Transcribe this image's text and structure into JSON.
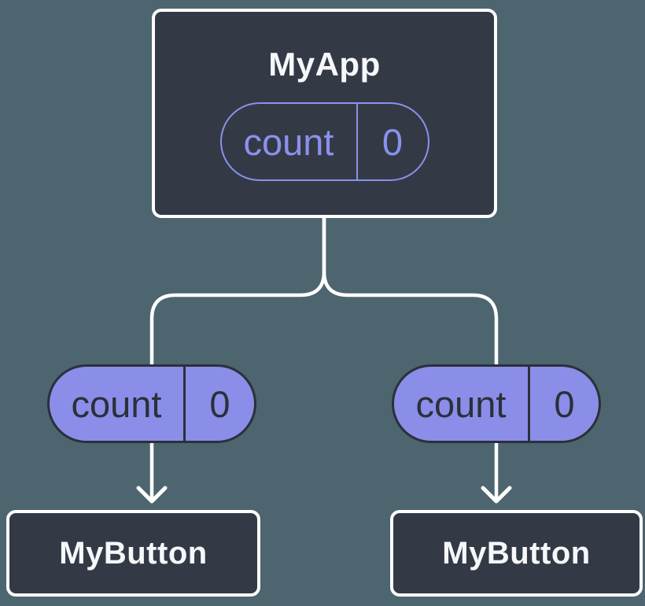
{
  "theme": {
    "background": "#4C656F",
    "node_fill": "#333A46",
    "node_border": "#FFFFFF",
    "node_text": "#F6F7F9",
    "line": "#FFFFFF",
    "pill_fill": "#8B8EE8",
    "pill_stroke_dark": "#2B303A",
    "pill_text_dark": "#2B303A",
    "pill_outline": "#8A91EC"
  },
  "diagram": {
    "description": "Component tree showing a count prop with value 0 passed from a parent component to two child components",
    "parent": {
      "title": "MyApp",
      "prop": {
        "name": "count",
        "value": "0"
      }
    },
    "children": [
      {
        "title": "MyButton",
        "prop": {
          "name": "count",
          "value": "0"
        }
      },
      {
        "title": "MyButton",
        "prop": {
          "name": "count",
          "value": "0"
        }
      }
    ]
  }
}
